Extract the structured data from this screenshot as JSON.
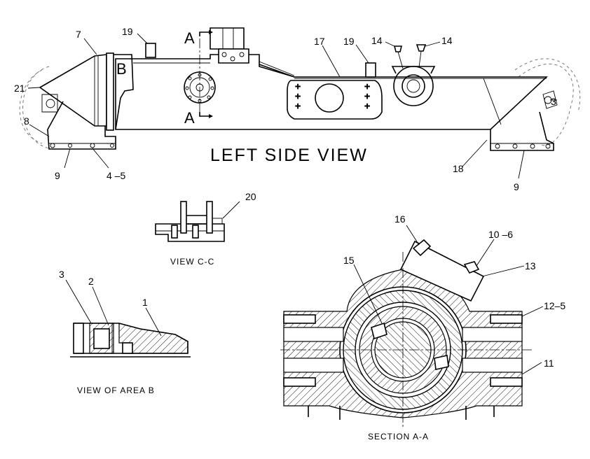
{
  "views": {
    "left_side": "LEFT SIDE VIEW",
    "view_cc": "VIEW C-C",
    "area_b": "VIEW OF AREA B",
    "section_aa": "SECTION A-A"
  },
  "markers": {
    "section_top": "A",
    "section_bottom": "A",
    "area_b": "B"
  },
  "callouts": {
    "c7": "7",
    "c19a": "19",
    "c19b": "19",
    "c17": "17",
    "c14a": "14",
    "c14b": "14",
    "c21": "21",
    "c8": "8",
    "c9a": "9",
    "c45": "4 –5",
    "c3_main": "3",
    "c18": "18",
    "c9b": "9",
    "c20": "20",
    "c16": "16",
    "c106": "10 –6",
    "c13": "13",
    "c15": "15",
    "c3_b": "3",
    "c2": "2",
    "c1": "1",
    "c125": "12–5",
    "c11": "11"
  }
}
